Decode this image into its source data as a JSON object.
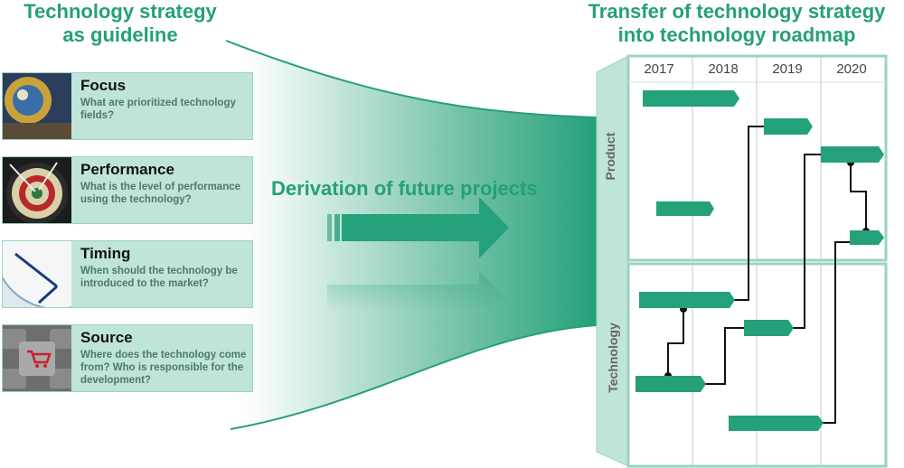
{
  "titles": {
    "left_line1": "Technology strategy",
    "left_line2": "as guideline",
    "right_line1": "Transfer of technology strategy",
    "right_line2": "into technology roadmap"
  },
  "cards": [
    {
      "heading": "Focus",
      "text": "What are prioritized technology fields?",
      "image": "ball-image"
    },
    {
      "heading": "Performance",
      "text": "What is the level of performance using the technology?",
      "image": "dartboard-image"
    },
    {
      "heading": "Timing",
      "text": "When should the technology be introduced to the market?",
      "image": "clock-image"
    },
    {
      "heading": "Source",
      "text": "Where does the technology come from? Who is responsible for the development?",
      "image": "keyboard-cart-image"
    }
  ],
  "middle": {
    "label": "Derivation of future projects"
  },
  "roadmap": {
    "years": [
      "2017",
      "2018",
      "2019",
      "2020"
    ],
    "row_labels": {
      "product": "Product",
      "technology": "Technology"
    }
  },
  "colors": {
    "accent": "#24a07a",
    "light": "#bfe4d8",
    "border": "#9bd3c0"
  }
}
